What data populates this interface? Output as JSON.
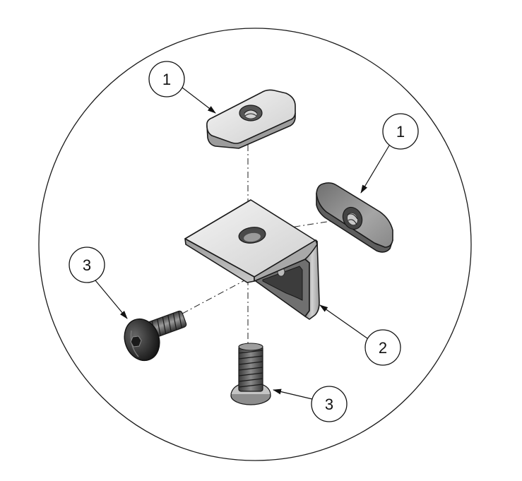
{
  "diagram": {
    "balloons": [
      {
        "id": "nut-top",
        "label": "1"
      },
      {
        "id": "nut-right",
        "label": "1"
      },
      {
        "id": "bracket",
        "label": "2"
      },
      {
        "id": "screw-left",
        "label": "3"
      },
      {
        "id": "screw-bottom",
        "label": "3"
      }
    ],
    "colors": {
      "line": "#1a1a1a",
      "part_light": "#e4e4e4",
      "part_mid": "#b8b8b8",
      "part_dark": "#7a7a7a",
      "screw_dark": "#2a2a2a"
    }
  }
}
